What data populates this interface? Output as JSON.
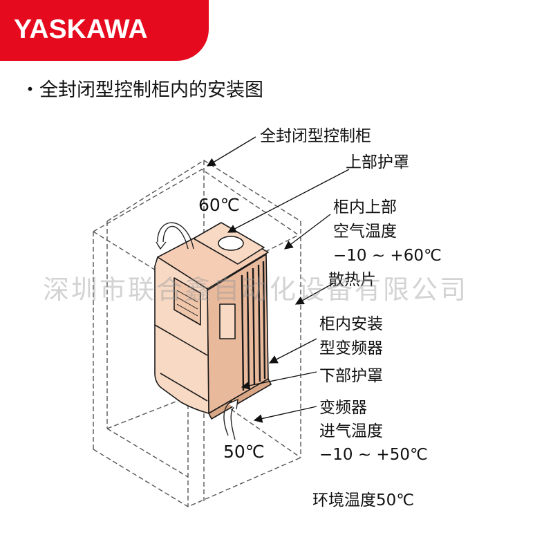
{
  "brand": {
    "logo_text": "YASKAWA",
    "color": "#e60a1e"
  },
  "heading": "・全封闭型控制柜内的安装图",
  "labels": {
    "cabinet": "全封闭型控制柜",
    "upper_cover": "上部护罩",
    "top_temp": "60℃",
    "inside_upper_1": "柜内上部",
    "inside_upper_2": "空气温度",
    "inside_upper_3": "−10 ~ +60℃",
    "heatsink": "散热片",
    "inverter_1": "柜内安装",
    "inverter_2": "型变频器",
    "lower_cover": "下部护罩",
    "intake_1": "变频器",
    "intake_2": "进气温度",
    "intake_3": "−10 ~ +50℃",
    "bottom_temp": "50℃",
    "ambient": "环境温度50℃"
  },
  "watermark": "深圳市联合鑫自动化设备有限公司",
  "colors": {
    "device": "#f7d9c4",
    "device_shade": "#e9b99c",
    "dark": "#1a1a1a"
  }
}
